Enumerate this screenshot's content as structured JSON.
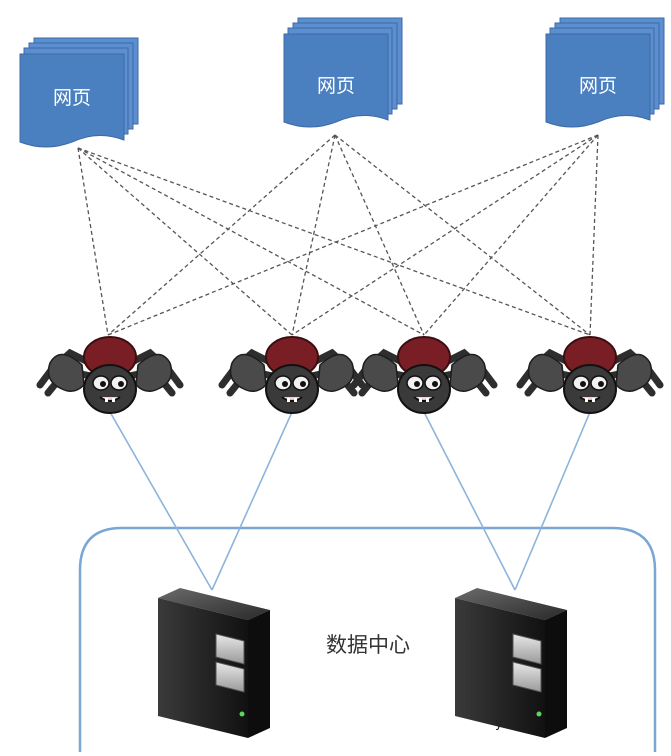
{
  "pages": [
    {
      "label": "网页"
    },
    {
      "label": "网页"
    },
    {
      "label": "网页"
    }
  ],
  "spiders": [
    {
      "id": "spider-1"
    },
    {
      "id": "spider-2"
    },
    {
      "id": "spider-3"
    },
    {
      "id": "spider-4"
    }
  ],
  "data_center": {
    "label": "数据中心",
    "servers": [
      {
        "id": "server-1"
      },
      {
        "id": "server-2"
      }
    ]
  },
  "watermark": "y",
  "colors": {
    "page_fill": "#4a7fc0",
    "page_back": "#5b8fd0",
    "page_text": "#ffffff",
    "dashed_link": "#555555",
    "solid_link": "#8cb4dc",
    "datacenter_border": "#7aa6d6",
    "spider_body": "#3a3a3a",
    "spider_abdomen": "#7a1e25",
    "server_body": "#1d1d1d"
  }
}
